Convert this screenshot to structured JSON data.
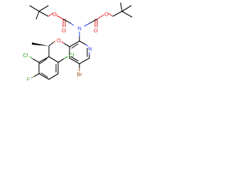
{
  "molecule": {
    "atoms": {
      "o1": "O",
      "o2": "O",
      "o3": "O",
      "o4": "O",
      "o5": "O",
      "n_imide": "N",
      "n_ring": "N",
      "br": "Br",
      "cl1": "Cl",
      "cl2": "Cl",
      "f": "F"
    }
  },
  "colors": {
    "carbon_bonds": "#000000",
    "oxygen": "#e02020",
    "nitrogen": "#2a45ff",
    "chlorine": "#1fa51f",
    "fluorine": "#6aa843",
    "bromine": "#9b4a12"
  }
}
